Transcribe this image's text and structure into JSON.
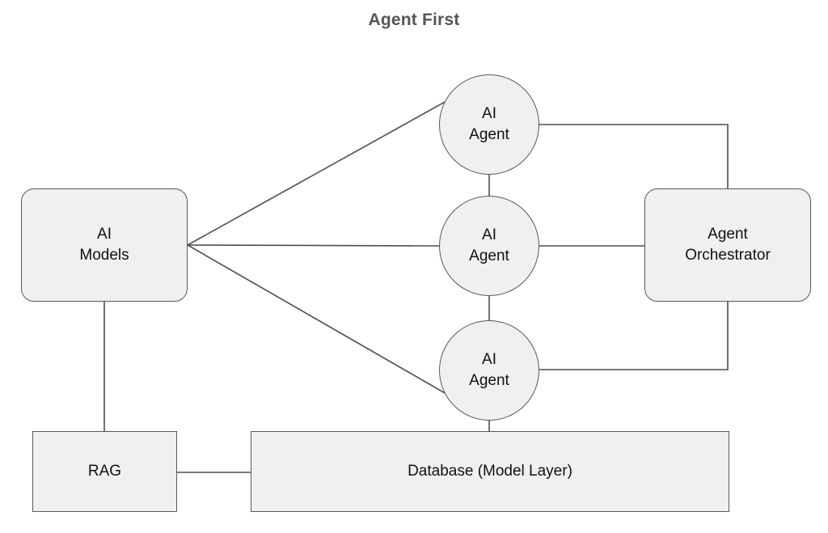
{
  "diagram": {
    "title": "Agent First",
    "type": "architecture-block-diagram",
    "style": {
      "node_fill": "#f0f0f0",
      "node_border": "#595959",
      "edge_color": "#4d4d4d",
      "title_color": "#555555",
      "background": "#ffffff",
      "text_color": "#111111"
    },
    "nodes": [
      {
        "id": "ai-models",
        "label": "AI\nModels",
        "shape": "rounded-rect"
      },
      {
        "id": "agent-top",
        "label": "AI\nAgent",
        "shape": "circle"
      },
      {
        "id": "agent-mid",
        "label": "AI\nAgent",
        "shape": "circle"
      },
      {
        "id": "agent-bot",
        "label": "AI\nAgent",
        "shape": "circle"
      },
      {
        "id": "agent-orch",
        "label": "Agent\nOrchestrator",
        "shape": "rounded-rect"
      },
      {
        "id": "rag",
        "label": "RAG",
        "shape": "rect"
      },
      {
        "id": "database",
        "label": "Database (Model Layer)",
        "shape": "rect"
      }
    ],
    "edges": [
      {
        "from": "ai-models",
        "to": "agent-top",
        "routing": "straight"
      },
      {
        "from": "ai-models",
        "to": "agent-mid",
        "routing": "straight"
      },
      {
        "from": "ai-models",
        "to": "agent-bot",
        "routing": "straight"
      },
      {
        "from": "agent-top",
        "to": "agent-mid",
        "routing": "vertical"
      },
      {
        "from": "agent-mid",
        "to": "agent-bot",
        "routing": "vertical"
      },
      {
        "from": "agent-top",
        "to": "agent-orch",
        "routing": "orthogonal"
      },
      {
        "from": "agent-mid",
        "to": "agent-orch",
        "routing": "straight"
      },
      {
        "from": "agent-bot",
        "to": "agent-orch",
        "routing": "orthogonal"
      },
      {
        "from": "ai-models",
        "to": "rag",
        "routing": "vertical"
      },
      {
        "from": "rag",
        "to": "database",
        "routing": "horizontal"
      },
      {
        "from": "agent-bot",
        "to": "database",
        "routing": "vertical"
      }
    ]
  }
}
